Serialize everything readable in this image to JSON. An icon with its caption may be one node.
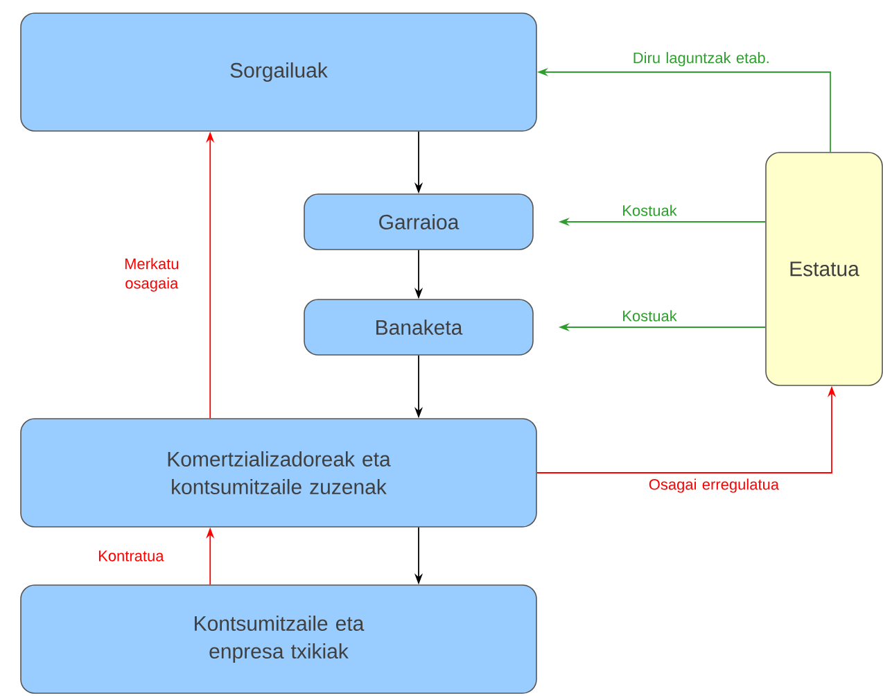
{
  "diagram": {
    "nodes": [
      {
        "text": [
          "Sorgailuak"
        ]
      },
      {
        "text": [
          "Garraioa"
        ]
      },
      {
        "text": [
          "Banaketa"
        ]
      },
      {
        "text": [
          "Komertzializadoreak eta kontsumitzaile zuzenak"
        ]
      },
      {
        "text": [
          "Kontsumitzaile eta enpresa txikiak"
        ]
      },
      {
        "text": [
          "Estatua"
        ]
      }
    ],
    "edges": [
      {
        "from": 0,
        "to": 1,
        "arrow": "to"
      },
      {
        "from": 1,
        "to": 2,
        "arrow": "to"
      },
      {
        "from": 2,
        "to": 3,
        "arrow": "to"
      },
      {
        "from": 3,
        "to": 4,
        "arrow": "to"
      },
      {
        "from": 5,
        "to": 0,
        "arrow": "to",
        "label": "Diru laguntzak etab.",
        "color": "#2e9e2e"
      },
      {
        "from": 5,
        "to": 1,
        "arrow": "to",
        "label": "Kostuak",
        "color": "#2e9e2e"
      },
      {
        "from": 5,
        "to": 2,
        "arrow": "to",
        "label": "Kostuak",
        "color": "#2e9e2e"
      },
      {
        "from": 3,
        "to": 5,
        "arrow": "to",
        "label": "Osagai erregulatua",
        "color": "#ff0000"
      },
      {
        "from": 3,
        "to": 0,
        "arrow": "to",
        "label": "Merkatu osagaia",
        "color": "#ff0000"
      },
      {
        "from": 4,
        "to": 3,
        "arrow": "to",
        "label": "Kontratua",
        "color": "#ff0000"
      }
    ]
  }
}
